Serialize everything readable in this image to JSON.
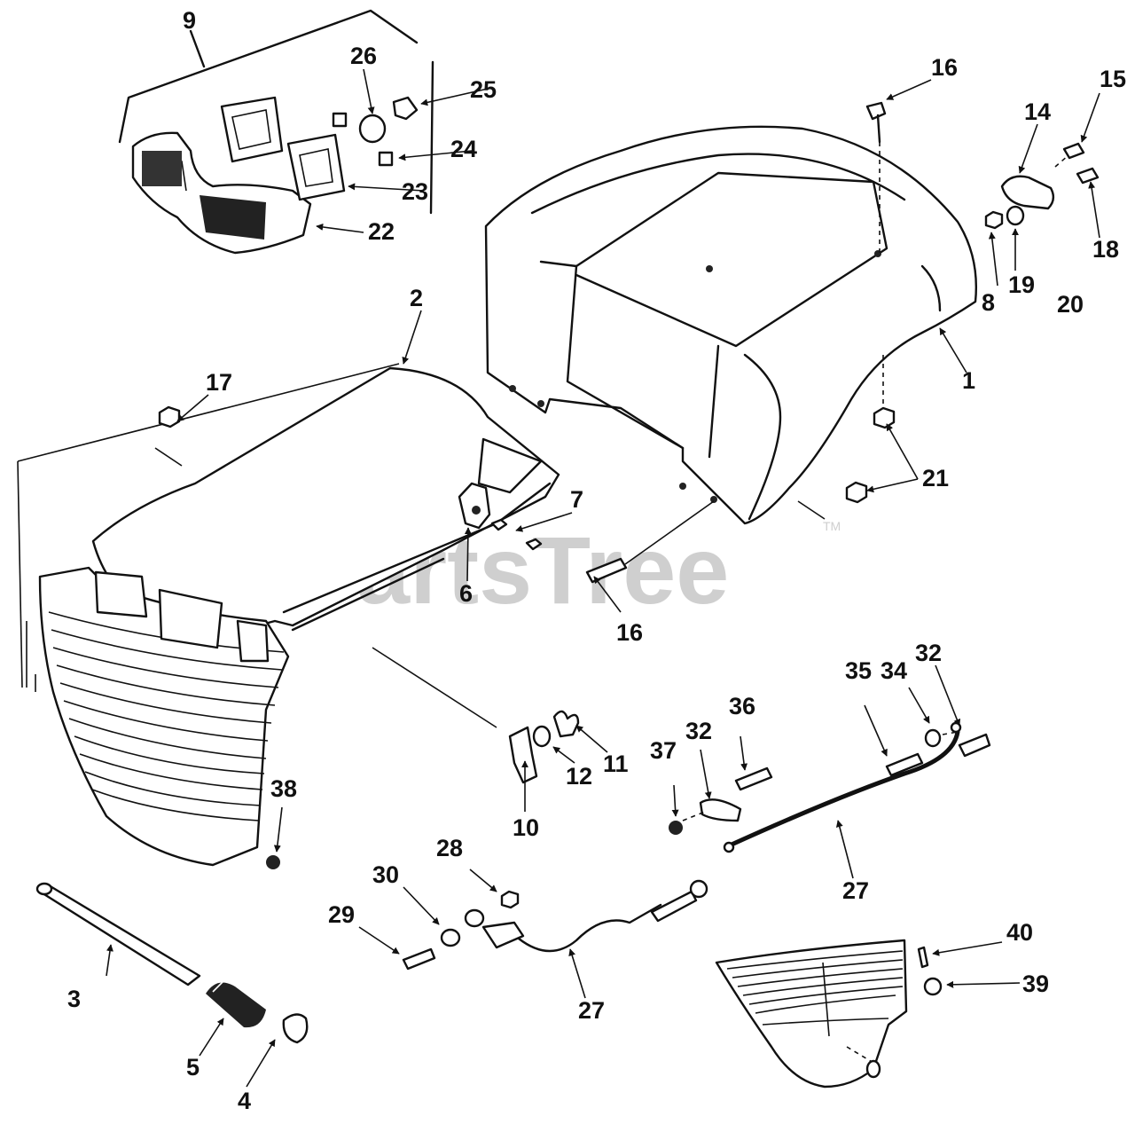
{
  "watermark": {
    "text": "PartsTree",
    "mark": "TM"
  },
  "parts": {
    "p1": "1",
    "p2": "2",
    "p3": "3",
    "p4": "4",
    "p5": "5",
    "p6": "6",
    "p7": "7",
    "p8": "8",
    "p9": "9",
    "p10": "10",
    "p11": "11",
    "p12": "12",
    "p14": "14",
    "p15": "15",
    "p16a": "16",
    "p16b": "16",
    "p17": "17",
    "p18": "18",
    "p19": "19",
    "p20": "20",
    "p21": "21",
    "p22": "22",
    "p23": "23",
    "p24": "24",
    "p25": "25",
    "p26": "26",
    "p27a": "27",
    "p27b": "27",
    "p28": "28",
    "p29": "29",
    "p30": "30",
    "p32a": "32",
    "p32b": "32",
    "p34": "34",
    "p35": "35",
    "p36": "36",
    "p37": "37",
    "p38": "38",
    "p39": "39",
    "p40": "40"
  }
}
